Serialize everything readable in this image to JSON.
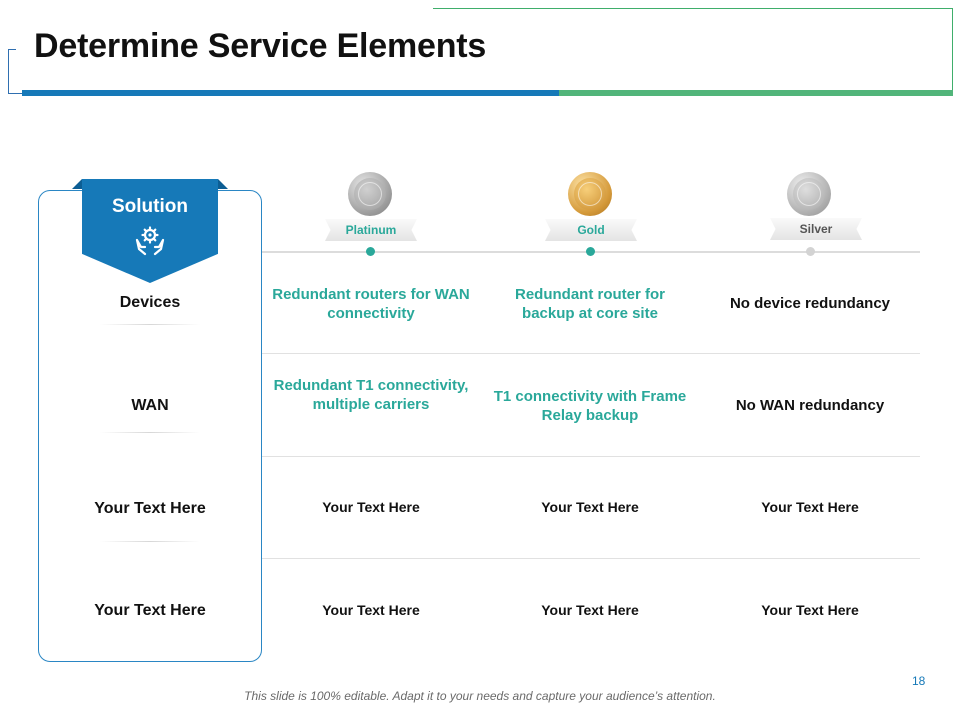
{
  "slide": {
    "title": "Determine Service Elements",
    "page_number": "18",
    "footer": "This slide is 100% editable. Adapt it to your needs and capture your audience’s attention."
  },
  "solution": {
    "title": "Solution",
    "icon": "hands-gear-icon",
    "rows": [
      "Devices",
      "WAN",
      "Your Text Here",
      "Your Text Here"
    ]
  },
  "tiers": [
    {
      "label": "Platinum",
      "medal_icon": "platinum-medal-icon",
      "cells": [
        "Redundant routers for WAN connectivity",
        "Redundant T1 connectivity, multiple carriers",
        "Your Text Here",
        "Your Text Here"
      ]
    },
    {
      "label": "Gold",
      "medal_icon": "gold-medal-icon",
      "cells": [
        "Redundant router for backup at core site",
        "T1 connectivity with Frame Relay backup",
        "Your Text Here",
        "Your Text Here"
      ]
    },
    {
      "label": "Silver",
      "medal_icon": "silver-medal-icon",
      "cells": [
        "No device redundancy",
        "No WAN redundancy",
        "Your Text Here",
        "Your Text Here"
      ]
    }
  ],
  "colors": {
    "primary_blue": "#1679b8",
    "accent_green": "#52b57a",
    "teal_text": "#2aa89a"
  }
}
